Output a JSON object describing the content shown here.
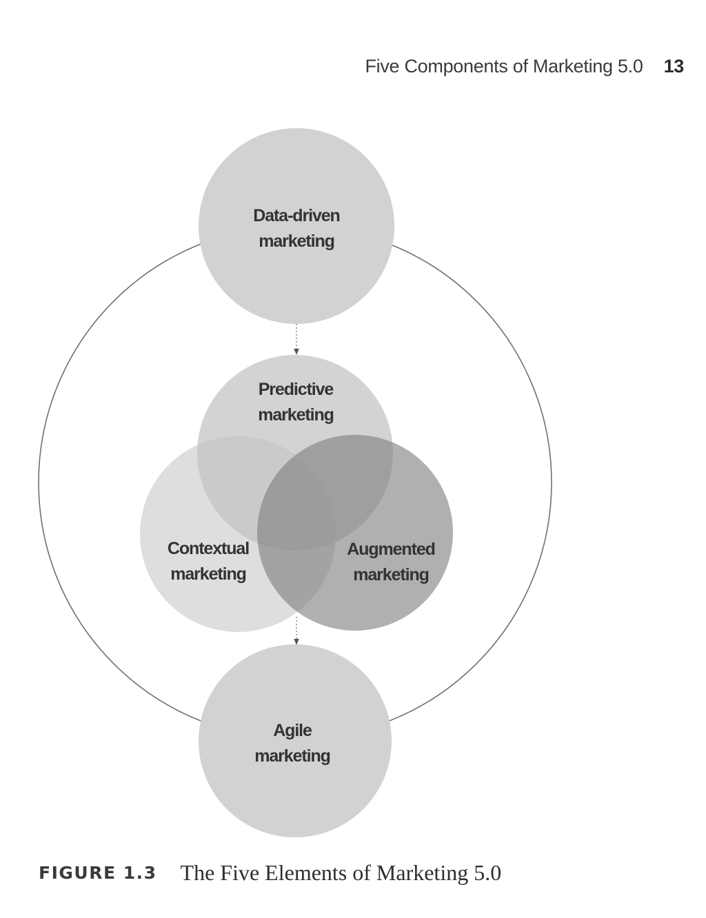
{
  "header": {
    "chapter_title": "Five Components of Marketing 5.0",
    "page_number": "13"
  },
  "diagram": {
    "nodes": {
      "data_driven": {
        "line1": "Data-driven",
        "line2": "marketing"
      },
      "predictive": {
        "line1": "Predictive",
        "line2": "marketing"
      },
      "contextual": {
        "line1": "Contextual",
        "line2": "marketing"
      },
      "augmented": {
        "line1": "Augmented",
        "line2": "marketing"
      },
      "agile": {
        "line1": "Agile",
        "line2": "marketing"
      }
    }
  },
  "caption": {
    "figure_number": "FIGURE 1.3",
    "title": "The Five Elements of Marketing 5.0"
  }
}
